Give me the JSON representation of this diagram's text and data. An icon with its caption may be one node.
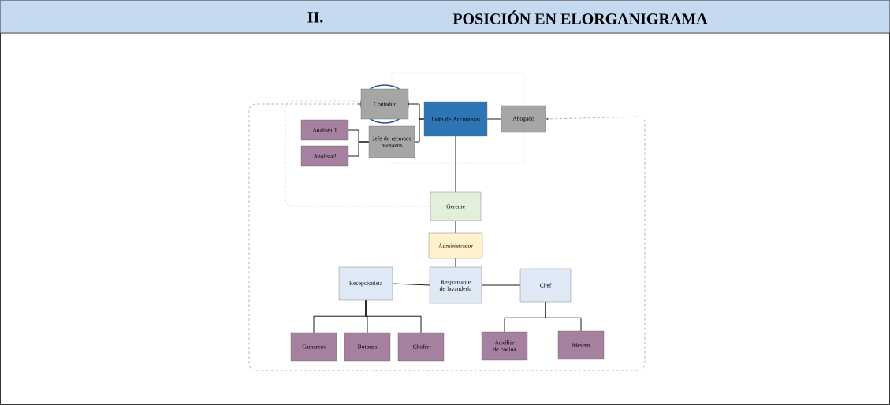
{
  "diagram": {
    "title": "POSICIÓN EN ELORGANIGRAMA",
    "nodes": [
      {
        "text": [
          "Contador"
        ]
      },
      {
        "text": [
          "Junta de Accionistas"
        ]
      },
      {
        "text": [
          "Abogado"
        ]
      },
      {
        "text": [
          "Analista 1"
        ]
      },
      {
        "text": [
          "Analista2"
        ]
      },
      {
        "text": [
          "Jefe de recursos humanos"
        ]
      },
      {
        "text": [
          "Gerente"
        ]
      },
      {
        "text": [
          "Administrador"
        ]
      },
      {
        "text": [
          "Responsable de lavandería"
        ]
      },
      {
        "text": [
          "Recepcionista"
        ]
      },
      {
        "text": [
          "Chef"
        ]
      },
      {
        "text": [
          "Camarero"
        ]
      },
      {
        "text": [
          "Botones"
        ]
      },
      {
        "text": [
          "Chofer"
        ]
      },
      {
        "text": [
          "Auxiliar de cocina"
        ]
      },
      {
        "text": [
          "Mesero"
        ]
      }
    ],
    "edges": [
      {
        "from": 0,
        "to": 1,
        "arrow": "none"
      },
      {
        "from": 5,
        "to": 1,
        "arrow": "none"
      },
      {
        "from": 3,
        "to": 5,
        "arrow": "none"
      },
      {
        "from": 4,
        "to": 5,
        "arrow": "none"
      },
      {
        "from": 1,
        "to": 2,
        "arrow": "none"
      },
      {
        "from": 1,
        "to": 6,
        "arrow": "none"
      },
      {
        "from": 6,
        "to": 7,
        "arrow": "none"
      },
      {
        "from": 7,
        "to": 8,
        "arrow": "none"
      },
      {
        "from": 8,
        "to": 9,
        "arrow": "none"
      },
      {
        "from": 8,
        "to": 10,
        "arrow": "none"
      },
      {
        "from": 9,
        "to": 11,
        "arrow": "none"
      },
      {
        "from": 9,
        "to": 12,
        "arrow": "none"
      },
      {
        "from": 9,
        "to": 13,
        "arrow": "none"
      },
      {
        "from": 10,
        "to": 14,
        "arrow": "none"
      },
      {
        "from": 10,
        "to": 15,
        "arrow": "none"
      },
      {
        "from": 0,
        "to": 2,
        "arrow": "both",
        "style": "dashed",
        "color": "#404040"
      },
      {
        "from": 6,
        "to": 0,
        "arrow": "none",
        "style": "dashed",
        "color": "#8ea2bb"
      }
    ],
    "labels": [
      "II."
    ]
  }
}
